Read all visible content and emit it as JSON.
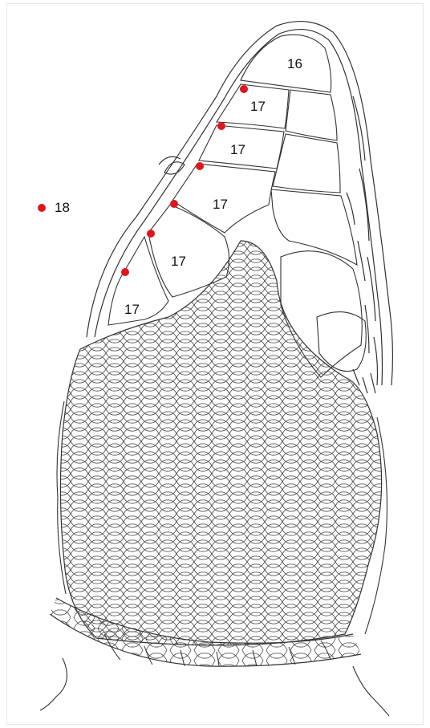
{
  "labels": {
    "shield_top": "16",
    "ventral_1": "17",
    "ventral_2": "17",
    "ventral_3": "17",
    "ventral_4": "17",
    "ventral_5": "17",
    "legend_marker": "18"
  },
  "colors": {
    "line": "#333333",
    "marker": "#e0161e",
    "text": "#111111",
    "background": "#ffffff"
  }
}
